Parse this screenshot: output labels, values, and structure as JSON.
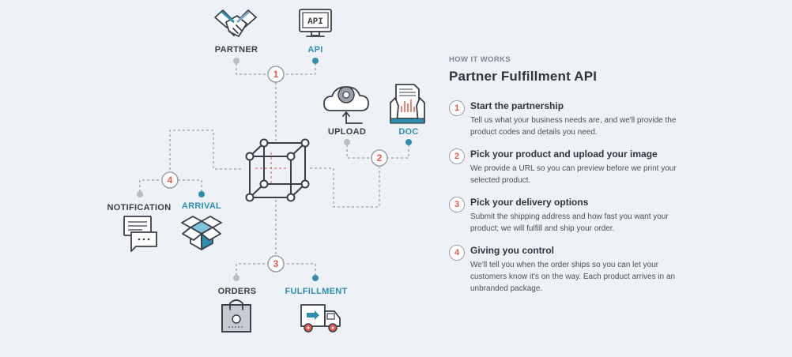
{
  "diagram": {
    "labels": {
      "partner": "PARTNER",
      "api": "API",
      "api_screen": "API",
      "upload": "UPLOAD",
      "doc": "DOC",
      "notification": "NOTIFICATION",
      "arrival": "ARRIVAL",
      "orders": "ORDERS",
      "fulfillment": "FULFILLMENT"
    },
    "steps": [
      "1",
      "2",
      "3",
      "4"
    ],
    "colors": {
      "accent_red": "#e35a4c",
      "teal": "#2e8fb0",
      "dark": "#3a3f47",
      "grey_node": "#b9bec5"
    }
  },
  "panel": {
    "eyebrow": "HOW IT WORKS",
    "title": "Partner Fulfillment API",
    "steps": [
      {
        "num": "1",
        "title": "Start the partnership",
        "desc": "Tell us what your business needs are, and we'll provide the\nproduct codes and details you need."
      },
      {
        "num": "2",
        "title": "Pick your product and upload your image",
        "desc": "We provide a URL so you can preview before we print your\nselected product."
      },
      {
        "num": "3",
        "title": "Pick your delivery options",
        "desc": "Submit the shipping address and how fast you want your\nproduct; we will fulfill and ship your order."
      },
      {
        "num": "4",
        "title": "Giving you control",
        "desc": " We'll tell you when the order ships so you can let your\ncustomers know it's on the way. Each product arrives in an\nunbranded package."
      }
    ]
  }
}
